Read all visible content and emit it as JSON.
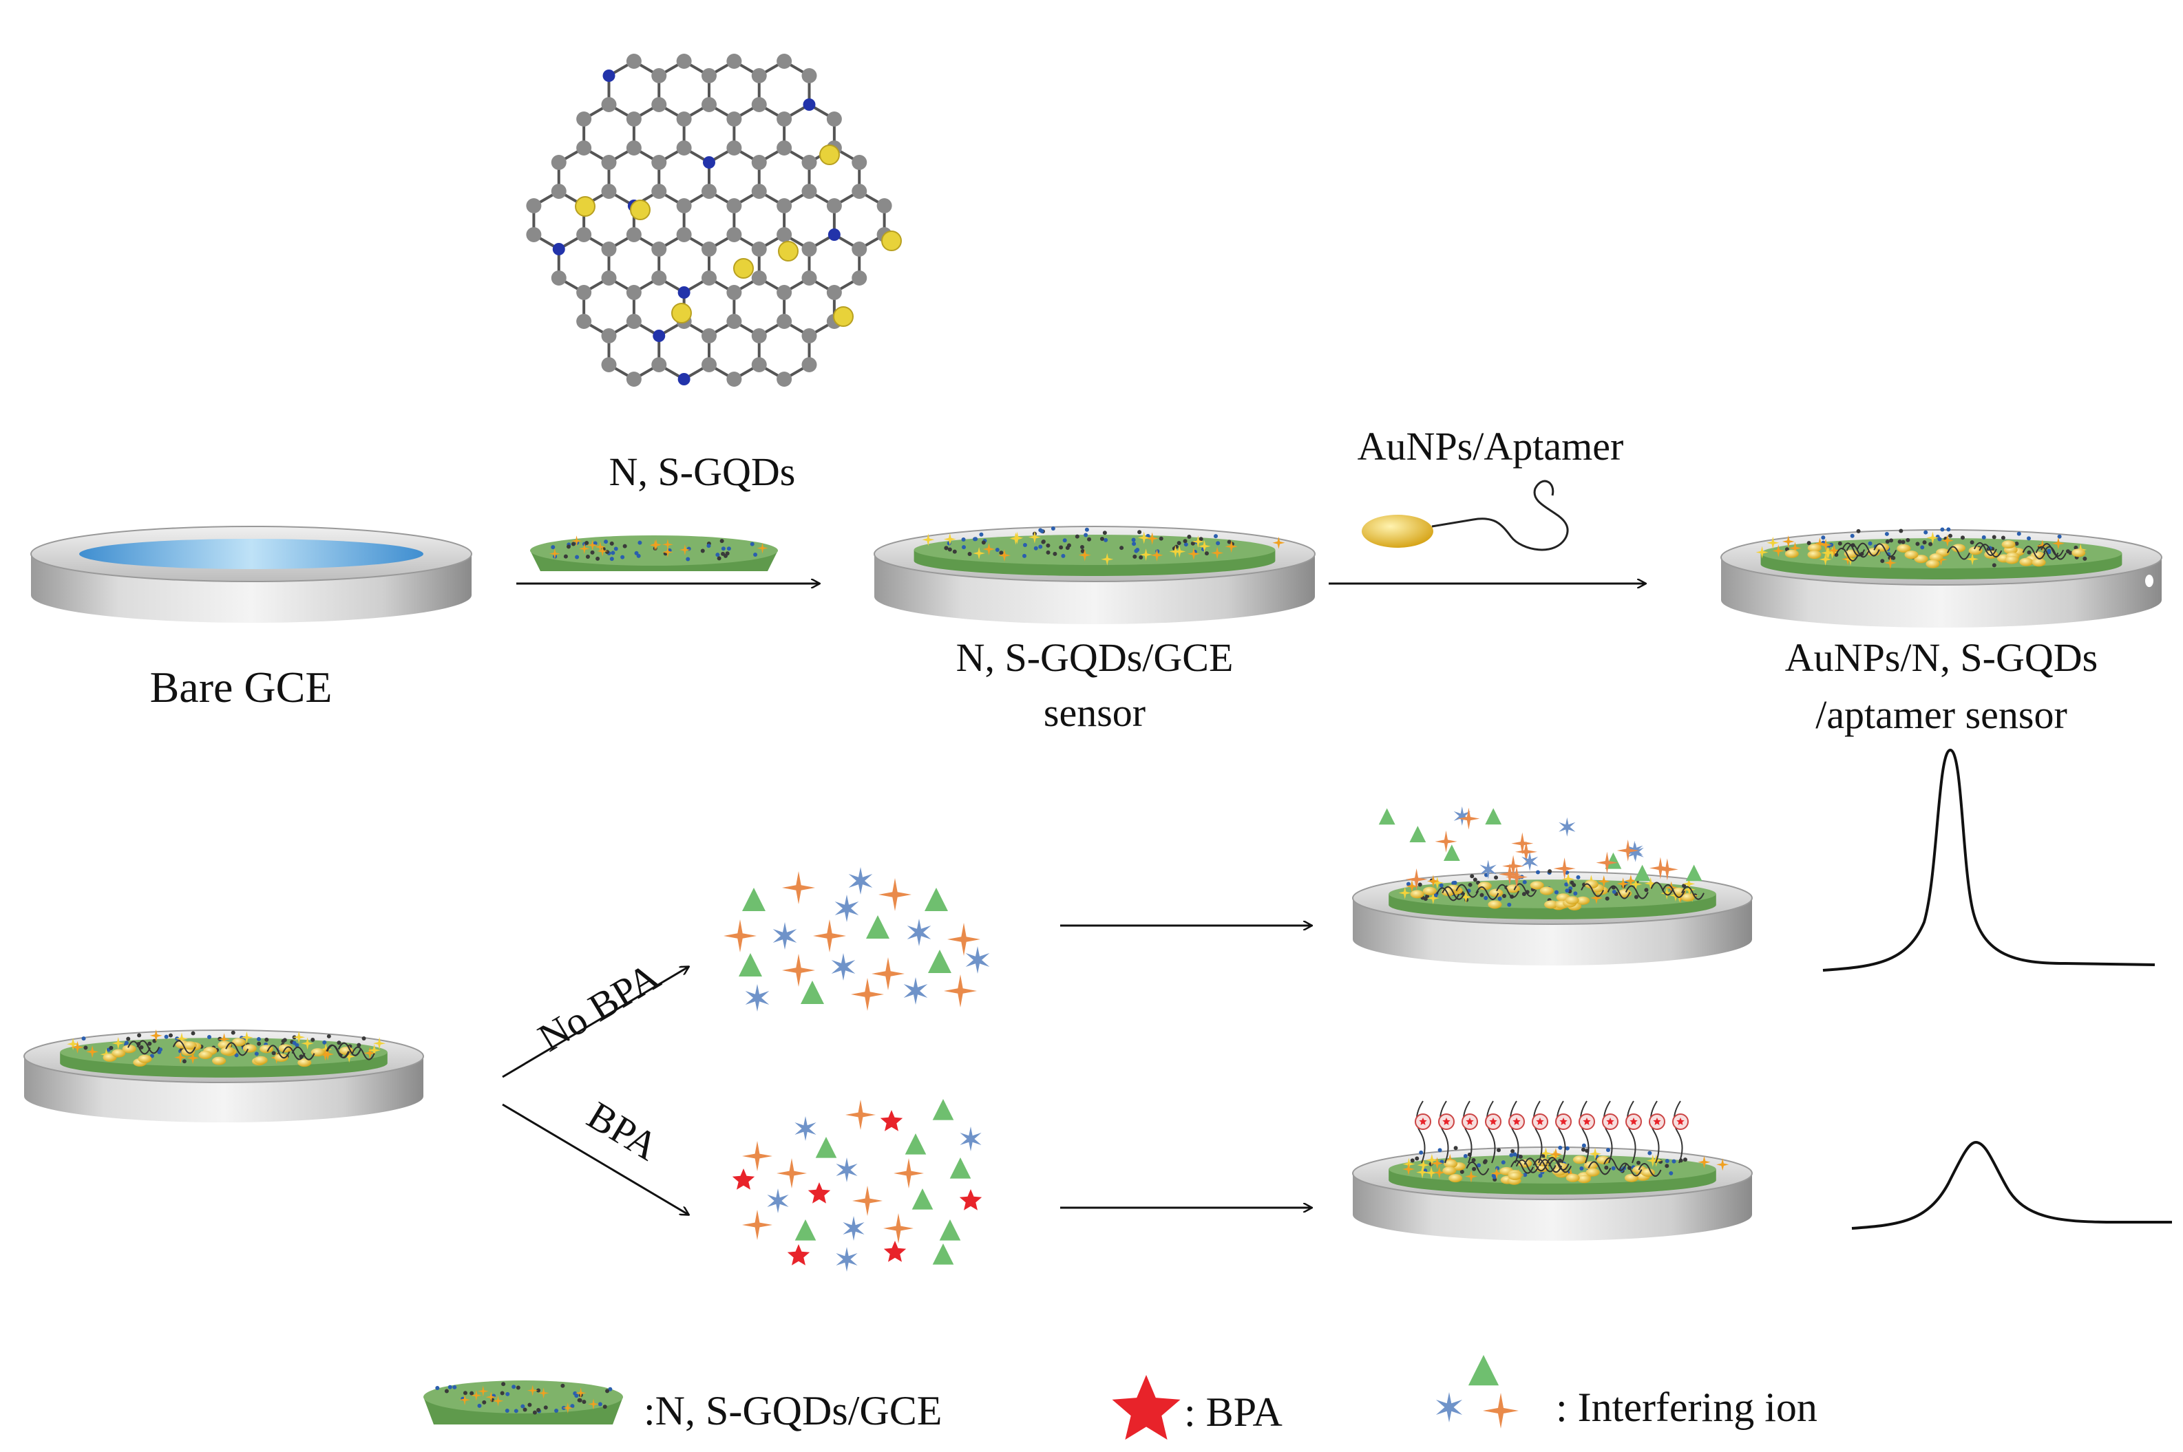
{
  "labels": {
    "ns_gqds": "N, S-GQDs",
    "bare_gce": "Bare GCE",
    "ns_gqds_gce_line1": "N, S-GQDs/GCE",
    "ns_gqds_gce_line2": "sensor",
    "aunps_aptamer": "AuNPs/Aptamer",
    "final_line1": "AuNPs/N, S-GQDs",
    "final_line2": "/aptamer sensor",
    "no_bpa": "No BPA",
    "bpa": "BPA"
  },
  "legend": {
    "electrode": ":N, S-GQDs/GCE",
    "bpa": ": BPA",
    "interfering": ": Interfering ion"
  },
  "colors": {
    "carbon": "#8a8a8a",
    "nitrogen": "#2233aa",
    "oxygen": "#c0202a",
    "sulfur": "#e8d23a",
    "bpa_star": "#e8232a",
    "orange_star": "#e98a4a",
    "blue_star": "#6f93c9",
    "green_triangle": "#6fbf6f",
    "gold_np": "#e0b21c",
    "electrode_top": "#7fb36a"
  }
}
